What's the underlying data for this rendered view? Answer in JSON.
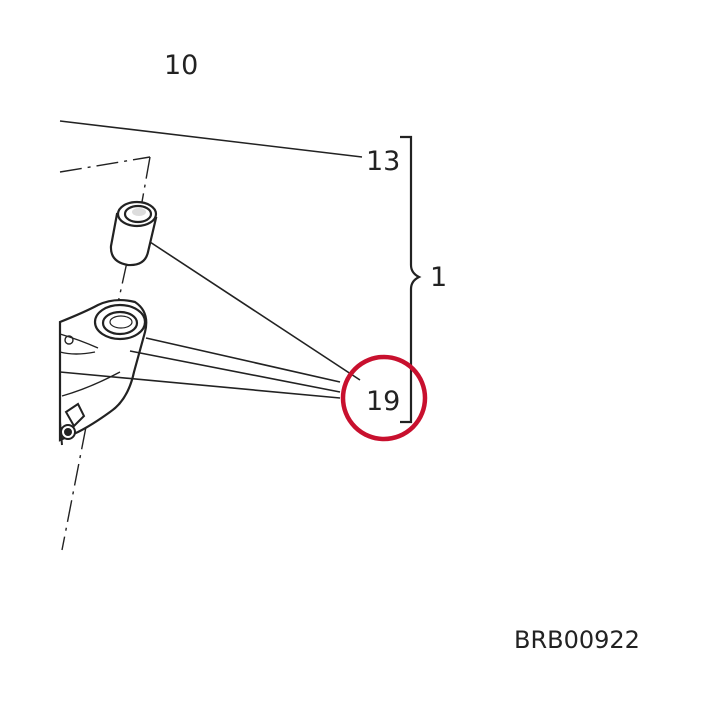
{
  "diagram": {
    "callouts": {
      "top_partial": "10",
      "part_13": "13",
      "assembly": "1",
      "part_19": "19"
    },
    "figure_code": "BRB00922",
    "highlight_color": "#c8102e",
    "line_color": "#222222"
  }
}
